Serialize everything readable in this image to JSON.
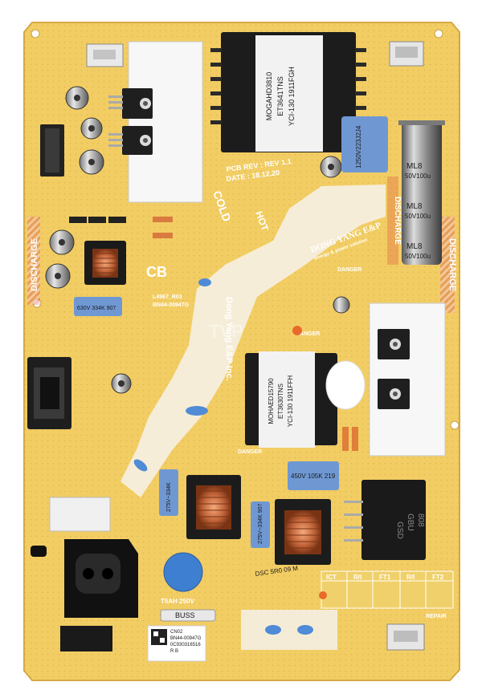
{
  "board": {
    "pcb_rev": "PCB REV : REV 1.1",
    "pcb_date": "DATE : 18.12.20",
    "brand": "DONG YANG E&P",
    "brand_tagline": "energy & power solution",
    "cold_label": "COLD",
    "hot_label": "HOT",
    "discharge_label": "DISCHARGE",
    "cb_label": "CB",
    "danger_label": "DANGER",
    "maker_vertical": "Dong Yang E&P Inc.",
    "buss_label": "BUSS",
    "fuse_rating": "T5AH 250V",
    "repair_label": "REPAIR",
    "watermark": "TVP"
  },
  "transformers": {
    "t1_lines": [
      "MOGAHD3810",
      "ET3641TNS",
      "YCI-130 1911FGH"
    ],
    "t2_lines": [
      "MOHAED15790",
      "ET3630TNS",
      "YCI-130 1911FFH"
    ]
  },
  "capacitors": {
    "big_cap_lines": [
      "ML8",
      "50V100u",
      "ML8",
      "50V100u",
      "ML8",
      "50V100u"
    ],
    "x_cap_1": "1250V223J2J4",
    "x_cap_2": "450V 105K 219",
    "x_cap_3": "275V~334K 907",
    "x_cap_4": "275V~334K",
    "x_cap_5": "630V 334K 907"
  },
  "ics": {
    "bridge_lines": [
      "GSD",
      "GBU",
      "808"
    ],
    "chip_label": "L4967_R03",
    "chip_part": "BN44-00947G"
  },
  "inductor_label": "DSC 5R0 09 M",
  "sticker": {
    "line1": "CN02",
    "line2": "BN44-00947G",
    "line3": "0C930316516",
    "line4": "R B"
  },
  "bottom_bar": [
    "ICT",
    "R/I",
    "FT1",
    "R/I",
    "FT2"
  ]
}
